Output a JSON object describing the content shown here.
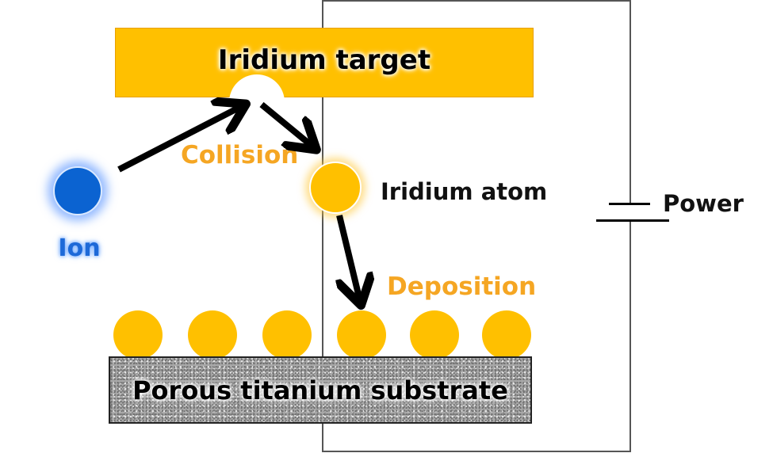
{
  "labels": {
    "target": "Iridium target",
    "collision": "Collision",
    "ion": "Ion",
    "atom": "Iridium atom",
    "deposition": "Deposition",
    "power": "Power",
    "substrate": "Porous titanium substrate"
  },
  "colors": {
    "target_fill": "#ffc000",
    "ion_fill": "#0b63d1",
    "ion_label": "#1d69d8",
    "orange_label": "#f5a623",
    "atom_fill": "#ffc000"
  },
  "deposited_atoms": [
    {
      "name": "deposited-atom-1"
    },
    {
      "name": "deposited-atom-2"
    },
    {
      "name": "deposited-atom-3"
    },
    {
      "name": "deposited-atom-4"
    },
    {
      "name": "deposited-atom-5"
    },
    {
      "name": "deposited-atom-6"
    }
  ]
}
